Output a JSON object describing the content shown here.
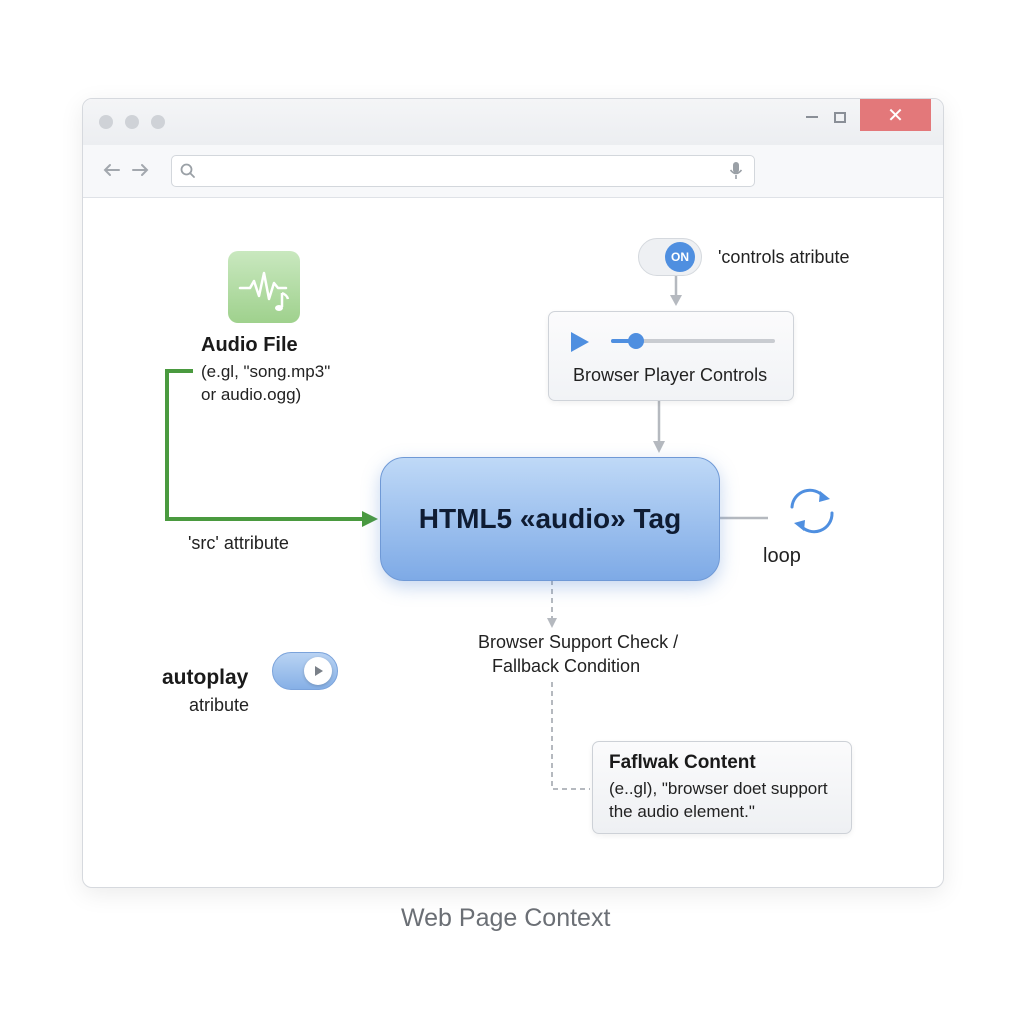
{
  "window": {
    "close_glyph": "✕"
  },
  "audio_file": {
    "title": "Audio File",
    "line1": "(e.gl, \"song.mp3\"",
    "line2": "or audio.ogg)"
  },
  "src_label": "'src' attribute",
  "main_tag": "HTML5 «audio» Tag",
  "controls": {
    "toggle_text": "ON",
    "label": "'controls atribute"
  },
  "player": {
    "label": "Browser Player Controls",
    "progress": 0.15
  },
  "loop_label": "loop",
  "autoplay": {
    "title": "autoplay",
    "subtitle": "atribute"
  },
  "support_check": {
    "line1": "Browser Support Check /",
    "line2": "Fallback Condition"
  },
  "fallback": {
    "title": "Faflwak Content",
    "line1": "(e..gl), \"browser doet support",
    "line2": "the audio element.\""
  },
  "caption": "Web Page Context",
  "colors": {
    "src_arrow": "#4a9a3f",
    "tag_fill": "#8fb6ea",
    "accent_blue": "#4f8fe0",
    "connector_gray": "#b5b9bf"
  },
  "icons": [
    "search-icon",
    "microphone-icon",
    "back-arrow-icon",
    "forward-arrow-icon",
    "audio-wave-icon",
    "play-icon",
    "loop-icon"
  ]
}
